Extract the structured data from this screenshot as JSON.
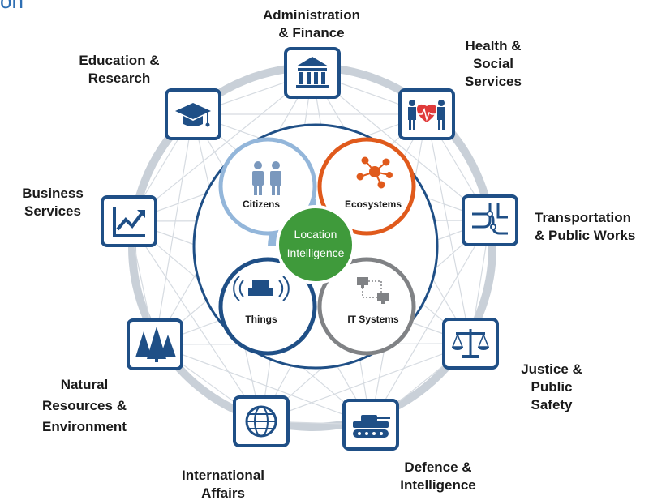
{
  "header": {
    "cut_title": "on"
  },
  "center": {
    "line1": "Location",
    "line2": "Intelligence"
  },
  "quadrants": {
    "citizens": "Citizens",
    "ecosystems": "Ecosystems",
    "things": "Things",
    "it_systems": "IT Systems"
  },
  "domains": [
    {
      "key": "administration",
      "icon": "bank-building-icon",
      "lines": [
        "Administration",
        "& Finance"
      ]
    },
    {
      "key": "health",
      "icon": "family-heart-icon",
      "lines": [
        "Health &",
        "Social",
        "Services"
      ]
    },
    {
      "key": "transportation",
      "icon": "transit-map-icon",
      "lines": [
        "Transportation",
        "& Public Works"
      ]
    },
    {
      "key": "justice",
      "icon": "scales-icon",
      "lines": [
        "Justice &",
        "Public",
        "Safety"
      ]
    },
    {
      "key": "defence",
      "icon": "tank-icon",
      "lines": [
        "Defence &",
        "Intelligence"
      ]
    },
    {
      "key": "international",
      "icon": "globe-icon",
      "lines": [
        "International",
        "Affairs"
      ]
    },
    {
      "key": "natural",
      "icon": "trees-icon",
      "lines": [
        "Natural",
        "Resources &",
        "Environment"
      ]
    },
    {
      "key": "business",
      "icon": "growth-chart-icon",
      "lines": [
        "Business",
        "Services"
      ]
    },
    {
      "key": "education",
      "icon": "graduation-cap-icon",
      "lines": [
        "Education &",
        "Research"
      ]
    }
  ],
  "colors": {
    "navy": "#1f4f86",
    "light_blue": "#93b6da",
    "orange": "#e05a1c",
    "gray": "#808285",
    "green": "#3f9a3b",
    "ring": "#c9d0d8",
    "text": "#1a1a1a"
  }
}
